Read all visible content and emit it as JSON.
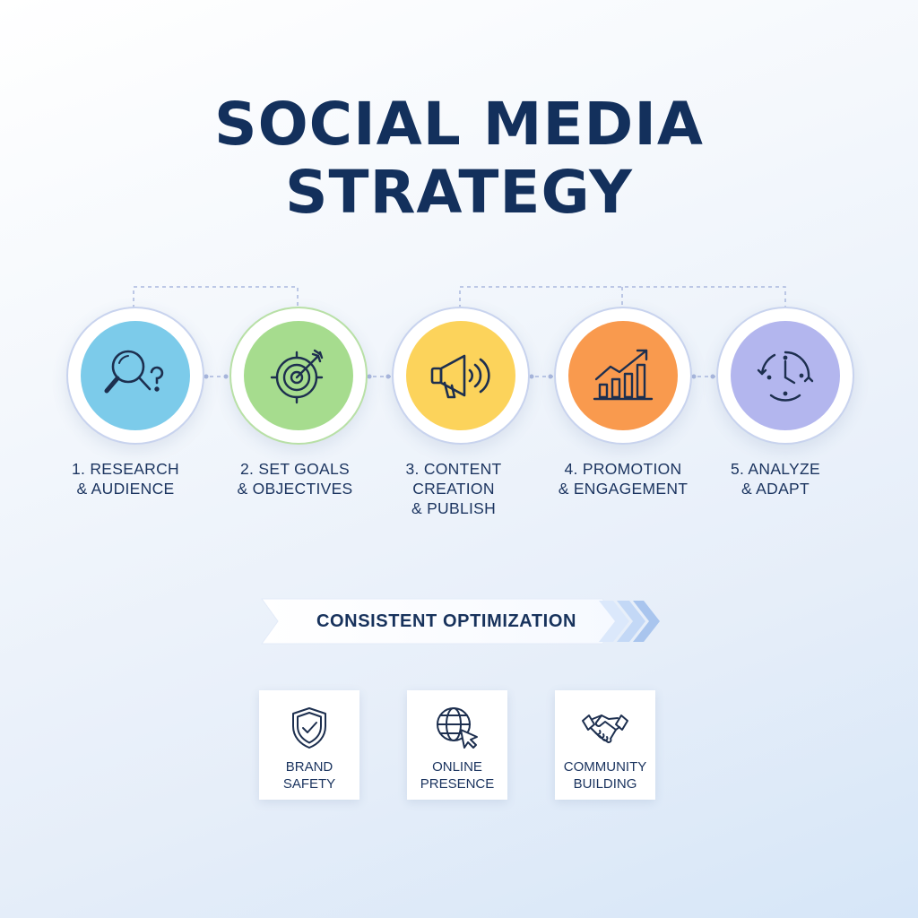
{
  "title": {
    "line1": "SOCIAL MEDIA",
    "line2": "STRATEGY"
  },
  "steps": [
    {
      "label": "1. RESEARCH\n& AUDIENCE",
      "icon": "magnifier-question-icon",
      "color": "#7ccbea"
    },
    {
      "label": "2. SET GOALS\n& OBJECTIVES",
      "icon": "target-arrow-icon",
      "color": "#a6dc8e"
    },
    {
      "label": "3. CONTENT\nCREATION\n& PUBLISH",
      "icon": "megaphone-icon",
      "color": "#fcd35b"
    },
    {
      "label": "4. PROMOTION\n& ENGAGEMENT",
      "icon": "growth-chart-icon",
      "color": "#f99a4e"
    },
    {
      "label": "5. ANALYZE\n& ADAPT",
      "icon": "clock-cycle-icon",
      "color": "#b3b6ee"
    }
  ],
  "banner": {
    "label": "CONSISTENT OPTIMIZATION"
  },
  "cards": [
    {
      "label": "BRAND\nSAFETY",
      "icon": "shield-check-icon"
    },
    {
      "label": "ONLINE\nPRESENCE",
      "icon": "globe-cursor-icon"
    },
    {
      "label": "COMMUNITY\nBUILDING",
      "icon": "handshake-icon"
    }
  ],
  "colors": {
    "ink": "#16305a",
    "connector": "#aab8de"
  }
}
